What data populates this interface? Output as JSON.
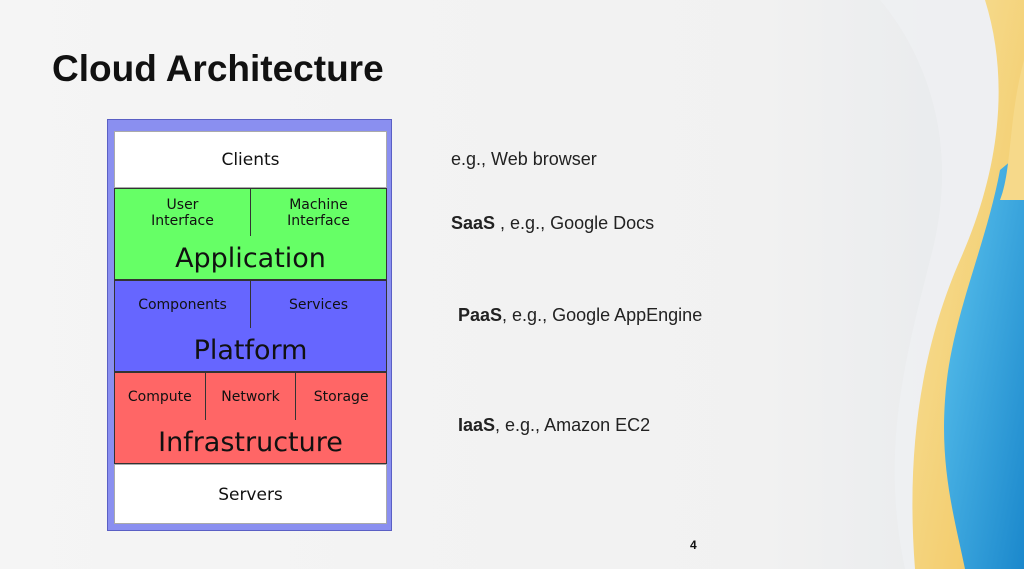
{
  "slide": {
    "title": "Cloud Architecture",
    "page_number": "4"
  },
  "diagram": {
    "clients": "Clients",
    "application": {
      "label": "Application",
      "sub": [
        "User\nInterface",
        "Machine\nInterface"
      ]
    },
    "platform": {
      "label": "Platform",
      "sub": [
        "Components",
        "Services"
      ]
    },
    "infrastructure": {
      "label": "Infrastructure",
      "sub": [
        "Compute",
        "Network",
        "Storage"
      ]
    },
    "servers": "Servers"
  },
  "notes": {
    "clients": "e.g., Web browser",
    "saas": {
      "term": "SaaS",
      "rest": " , e.g., Google Docs"
    },
    "paas": {
      "term": "PaaS",
      "rest": ", e.g., Google AppEngine"
    },
    "iaas": {
      "term": "IaaS",
      "rest": ", e.g., Amazon EC2"
    }
  },
  "colors": {
    "application": "#66ff66",
    "platform": "#6666ff",
    "infrastructure": "#ff6666",
    "frame": "#8a8ff0"
  }
}
